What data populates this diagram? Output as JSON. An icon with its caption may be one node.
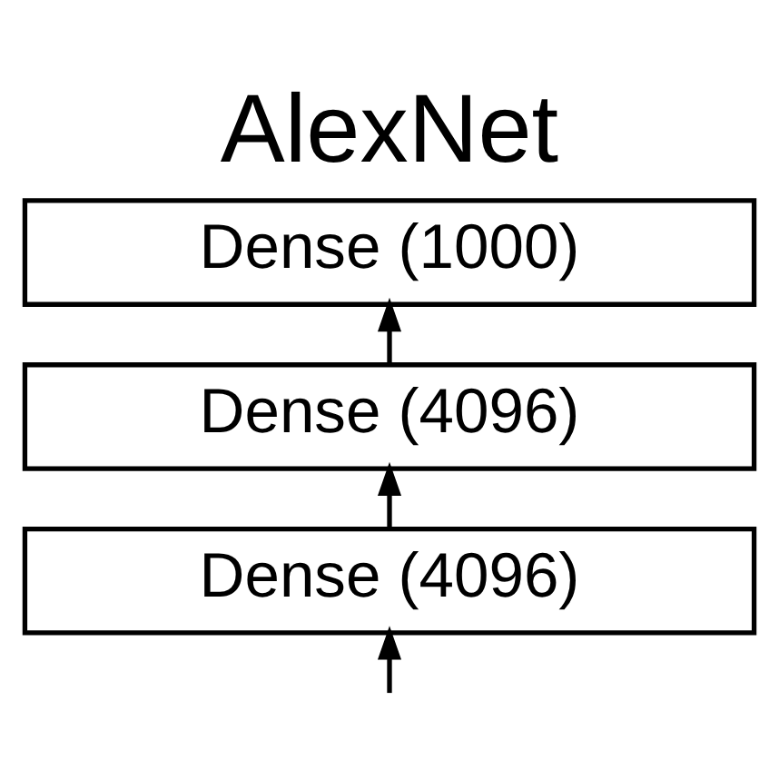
{
  "diagram": {
    "title": "AlexNet",
    "nodes": [
      {
        "text": [
          "Dense (1000)"
        ]
      },
      {
        "text": [
          "Dense (4096)"
        ]
      },
      {
        "text": [
          "Dense (4096)"
        ]
      }
    ],
    "edges": [
      {
        "from": null,
        "to": 2,
        "arrow": "to"
      },
      {
        "from": 2,
        "to": 1,
        "arrow": "to"
      },
      {
        "from": 1,
        "to": 0,
        "arrow": "to"
      }
    ]
  }
}
